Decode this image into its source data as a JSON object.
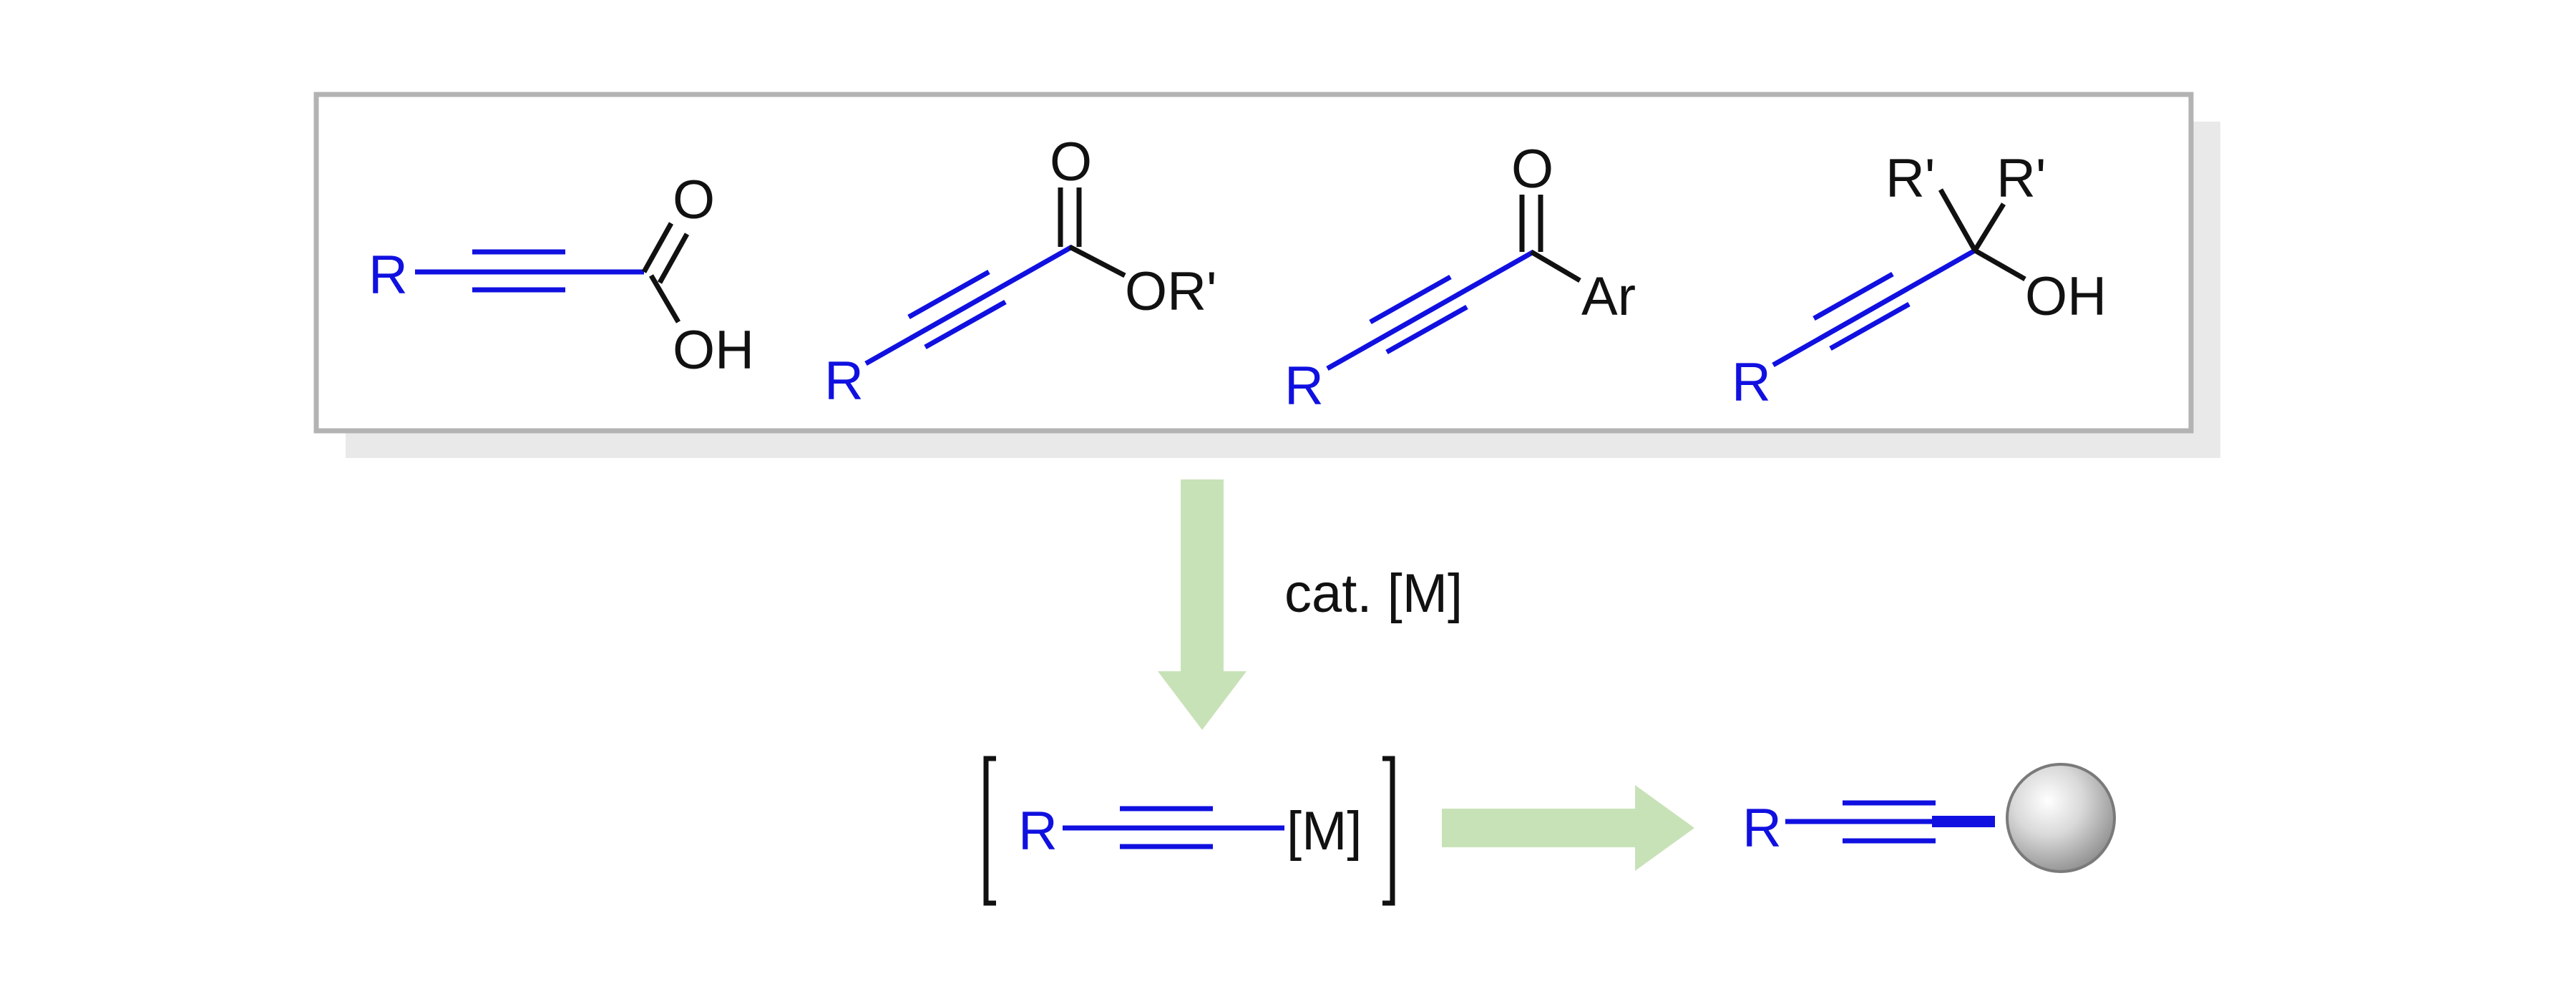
{
  "substrates": {
    "acid": {
      "r": "R",
      "o": "O",
      "oh": "OH"
    },
    "ester": {
      "r": "R",
      "o": "O",
      "or": "OR'"
    },
    "ketone": {
      "r": "R",
      "o": "O",
      "ar": "Ar"
    },
    "alcohol": {
      "r": "R",
      "r1": "R'",
      "r2": "R'",
      "oh": "OH"
    }
  },
  "arrow_condition": "cat. [M]",
  "intermediate": {
    "r": "R",
    "m": "[M]"
  },
  "product": {
    "r": "R"
  },
  "colors": {
    "alkyne": "#1010e0",
    "arrow": "#c8e2b8",
    "frame": "#b3b3b3",
    "shadow": "#e9e9e9",
    "sphere": "#a8a8a8"
  }
}
